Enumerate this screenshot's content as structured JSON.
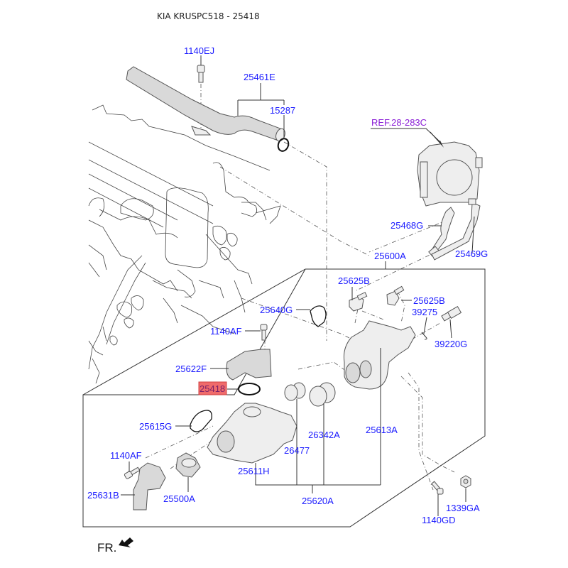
{
  "title": "KIA KRUSPC518 - 25418",
  "highlighted_part": "25418",
  "colors": {
    "label": "#1a1aff",
    "reference_label": "#8a1ed6",
    "highlight_fill": "#f06b6b",
    "highlight_text": "#7a1f6a"
  },
  "direction_marker": {
    "label": "FR.",
    "icon": "front-arrow-icon"
  },
  "reference": {
    "label": "REF.28-283C",
    "part_name": "throttle-body"
  },
  "labels": {
    "p1140EJ": "1140EJ",
    "p25461E": "25461E",
    "p15287": "15287",
    "p25468G": "25468G",
    "p25469G": "25469G",
    "p25600A": "25600A",
    "p25625B_1": "25625B",
    "p25625B_2": "25625B",
    "p25640G": "25640G",
    "p39275": "39275",
    "p39220G": "39220G",
    "p1140AF_1": "1140AF",
    "p25622F": "25622F",
    "p25418": "25418",
    "p25615G": "25615G",
    "p26342A": "26342A",
    "p25613A": "25613A",
    "p26477": "26477",
    "p1140AF_2": "1140AF",
    "p25611H": "25611H",
    "p25631B": "25631B",
    "p25500A": "25500A",
    "p25620A": "25620A",
    "p1339GA": "1339GA",
    "p1140GD": "1140GD"
  }
}
